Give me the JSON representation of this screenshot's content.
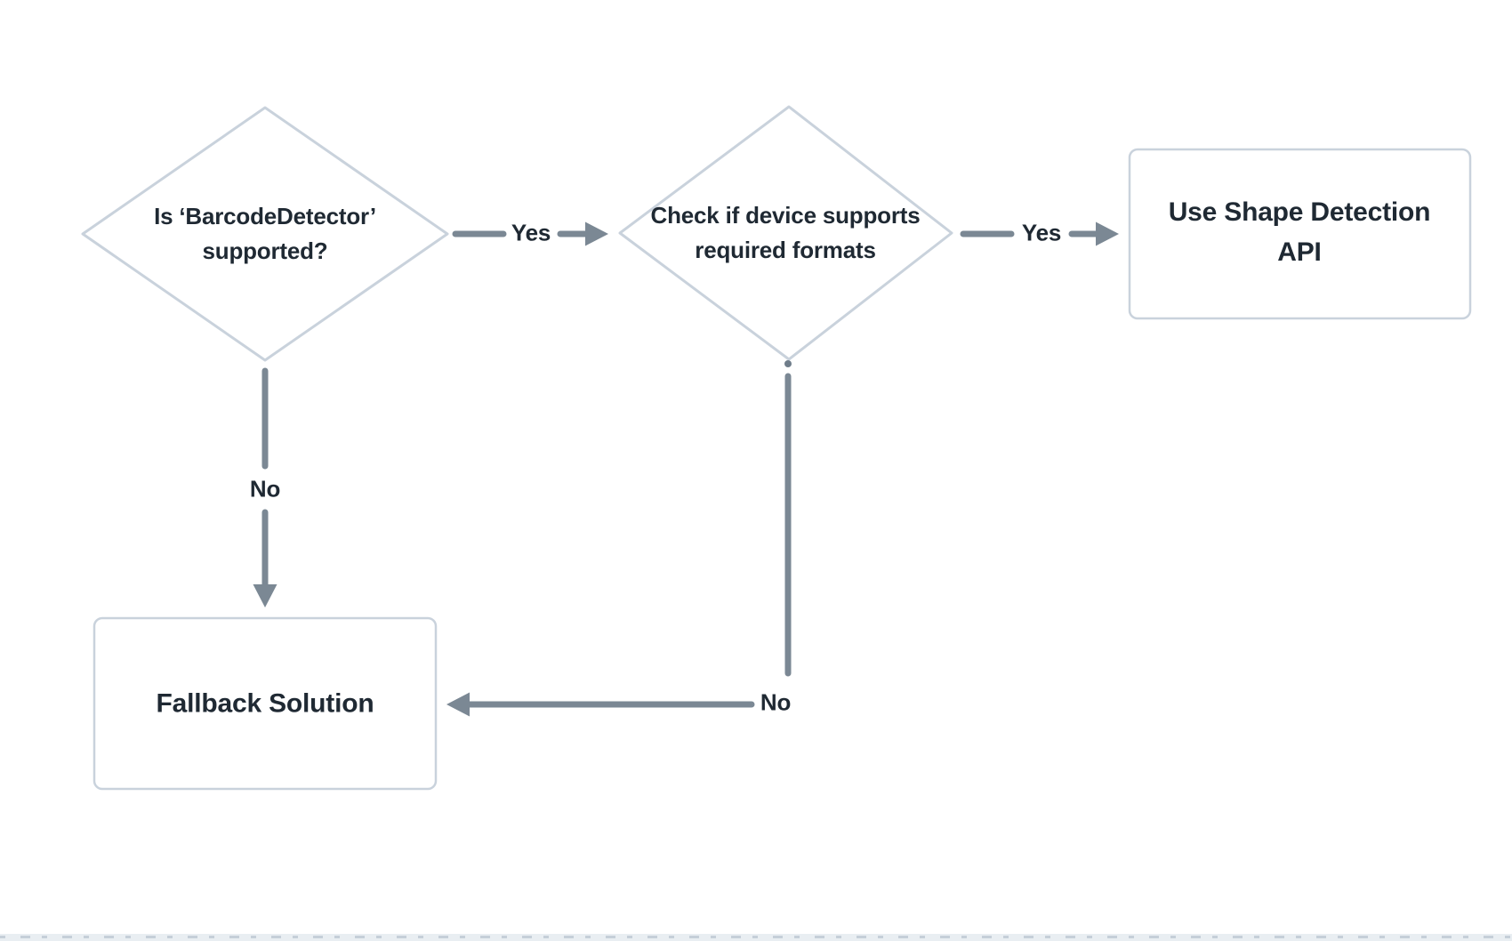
{
  "diagram": {
    "type": "flowchart",
    "colors": {
      "background": "#ffffff",
      "node_border": "#c9d2dc",
      "node_fill": "#ffffff",
      "connector": "#7b8894",
      "text": "#1f2933",
      "ruler_background": "#e9eef2",
      "ruler_tick": "#c5cfd9"
    },
    "nodes": {
      "decision1": {
        "type": "decision",
        "label": "Is ‘BarcodeDetector’ supported?"
      },
      "decision2": {
        "type": "decision",
        "label": "Check if device supports required formats"
      },
      "process_shape_detection": {
        "type": "process",
        "label": "Use Shape Detection API"
      },
      "process_fallback": {
        "type": "process",
        "label": "Fallback Solution"
      }
    },
    "edges": [
      {
        "from": "decision1",
        "to": "decision2",
        "label": "Yes"
      },
      {
        "from": "decision2",
        "to": "process_shape_detection",
        "label": "Yes"
      },
      {
        "from": "decision1",
        "to": "process_fallback",
        "label": "No"
      },
      {
        "from": "decision2",
        "to": "process_fallback",
        "label": "No"
      }
    ]
  }
}
